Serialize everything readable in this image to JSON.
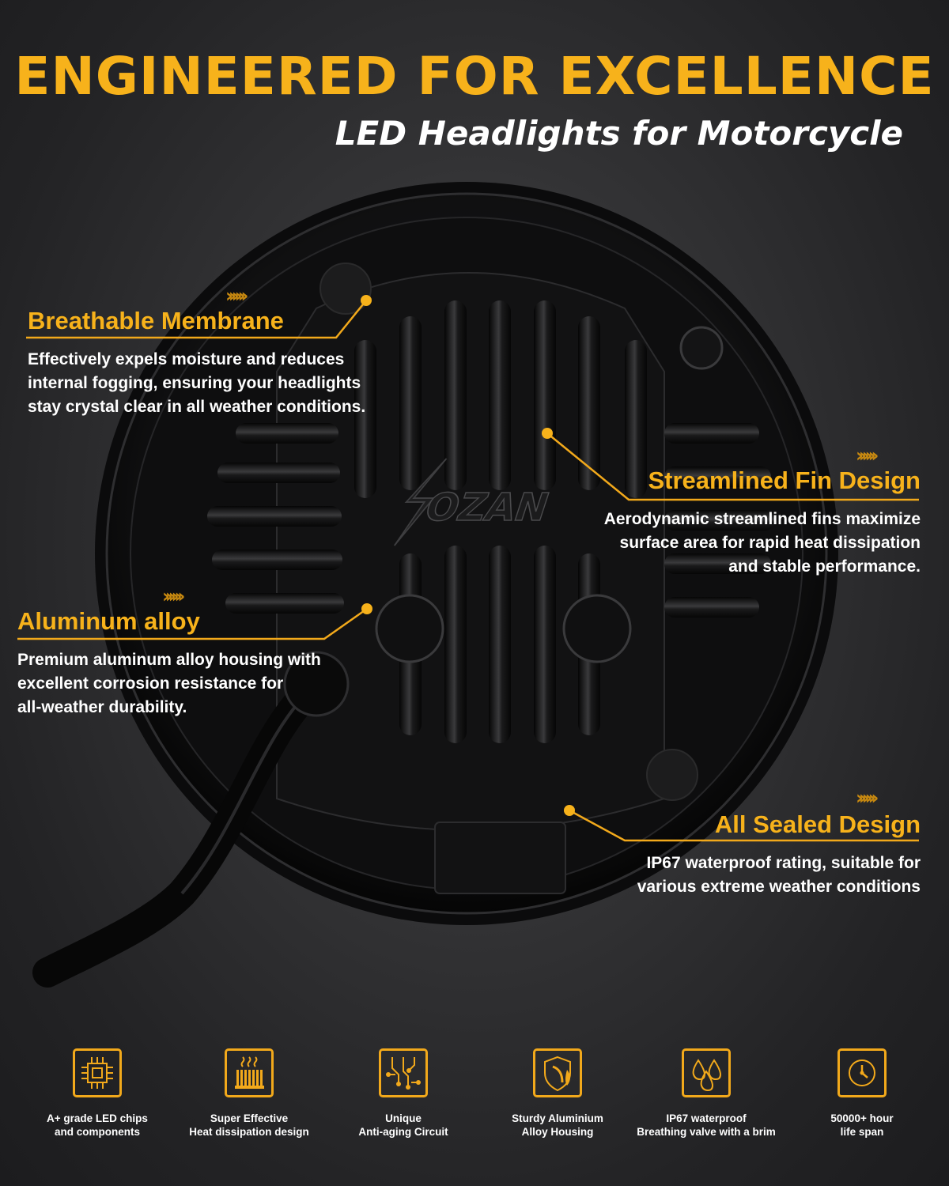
{
  "header": {
    "headline": "ENGINEERED FOR EXCELLENCE",
    "subheadline": "LED Headlights for Motorcycle"
  },
  "product": {
    "brand_logo_text": "OZAN"
  },
  "callouts": [
    {
      "title": "Breathable Membrane",
      "lines": [
        "Effectively expels moisture and reduces",
        "internal fogging, ensuring your headlights",
        "stay crystal clear in all weather conditions."
      ]
    },
    {
      "title": "Streamlined Fin Design",
      "lines": [
        "Aerodynamic streamlined fins maximize",
        "surface area for rapid heat dissipation",
        "and stable performance."
      ]
    },
    {
      "title": "Aluminum alloy",
      "lines": [
        "Premium aluminum alloy housing with",
        "excellent corrosion resistance for",
        "all-weather durability."
      ]
    },
    {
      "title": "All Sealed Design",
      "lines": [
        "IP67 waterproof rating, suitable for",
        "various extreme weather conditions"
      ]
    }
  ],
  "features": [
    {
      "icon": "chip-icon",
      "lines": [
        "A+ grade LED chips",
        "and components"
      ]
    },
    {
      "icon": "heatsink-icon",
      "lines": [
        "Super Effective",
        "Heat dissipation design"
      ]
    },
    {
      "icon": "circuit-icon",
      "lines": [
        "Unique",
        "Anti-aging Circuit"
      ]
    },
    {
      "icon": "shield-icon",
      "lines": [
        "Sturdy Aluminium",
        "Alloy Housing"
      ]
    },
    {
      "icon": "water-drops-icon",
      "lines": [
        "IP67 waterproof",
        "Breathing valve with a brim"
      ]
    },
    {
      "icon": "clock-icon",
      "lines": [
        "50000+ hour",
        "life span"
      ]
    }
  ],
  "colors": {
    "accent": "#f7b21b",
    "background": "#2a2a2c",
    "text": "#ffffff"
  }
}
